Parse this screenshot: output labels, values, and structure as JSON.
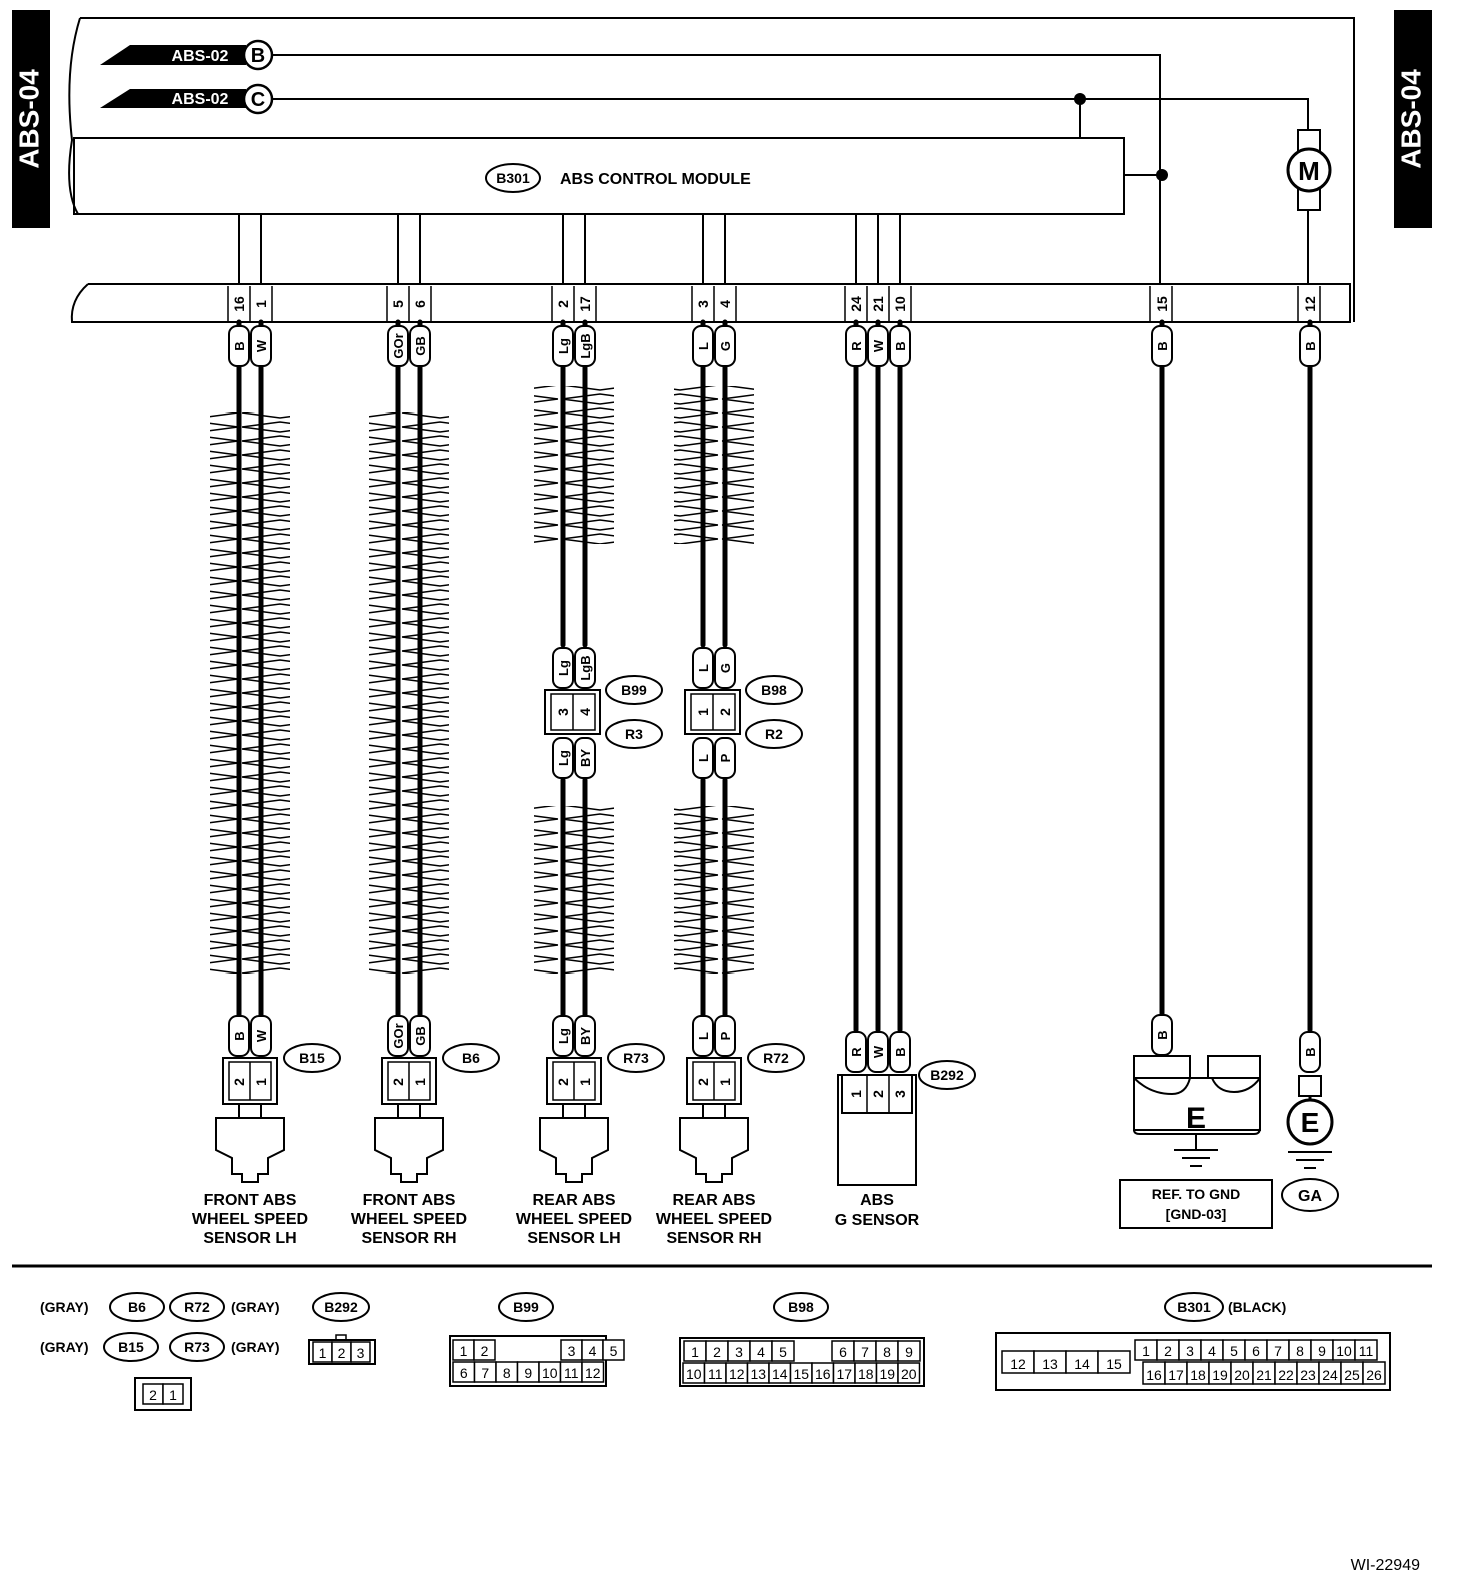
{
  "page": {
    "side_tab_left": "ABS-04",
    "side_tab_right": "ABS-04",
    "figure_id": "WI-22949"
  },
  "inputs": [
    {
      "connector": "ABS-02",
      "terminal": "B"
    },
    {
      "connector": "ABS-02",
      "terminal": "C"
    }
  ],
  "module": {
    "connector": "B301",
    "label": "ABS CONTROL MODULE"
  },
  "motor": {
    "symbol": "M"
  },
  "module_pins": [
    {
      "pin": "16",
      "color": "B"
    },
    {
      "pin": "1",
      "color": "W"
    },
    {
      "pin": "5",
      "color": "GOr"
    },
    {
      "pin": "6",
      "color": "GB"
    },
    {
      "pin": "2",
      "color": "Lg"
    },
    {
      "pin": "17",
      "color": "LgB"
    },
    {
      "pin": "3",
      "color": "L"
    },
    {
      "pin": "4",
      "color": "G"
    },
    {
      "pin": "24",
      "color": "R"
    },
    {
      "pin": "21",
      "color": "W"
    },
    {
      "pin": "10",
      "color": "B"
    },
    {
      "pin": "15",
      "color": "B"
    },
    {
      "pin": "12",
      "color": "B"
    }
  ],
  "mid_connectors": [
    {
      "upper": "B99",
      "lower": "R3",
      "pins": [
        "3",
        "4"
      ],
      "top_colors": [
        "Lg",
        "LgB"
      ],
      "bottom_colors": [
        "Lg",
        "BY"
      ]
    },
    {
      "upper": "B98",
      "lower": "R2",
      "pins": [
        "1",
        "2"
      ],
      "top_colors": [
        "L",
        "G"
      ],
      "bottom_colors": [
        "L",
        "P"
      ]
    }
  ],
  "sensors": [
    {
      "connector": "B15",
      "colors": [
        "B",
        "W"
      ],
      "pins": [
        "2",
        "1"
      ],
      "label": [
        "FRONT ABS",
        "WHEEL SPEED",
        "SENSOR LH"
      ]
    },
    {
      "connector": "B6",
      "colors": [
        "GOr",
        "GB"
      ],
      "pins": [
        "2",
        "1"
      ],
      "label": [
        "FRONT ABS",
        "WHEEL SPEED",
        "SENSOR RH"
      ]
    },
    {
      "connector": "R73",
      "colors": [
        "Lg",
        "BY"
      ],
      "pins": [
        "2",
        "1"
      ],
      "label": [
        "REAR ABS",
        "WHEEL SPEED",
        "SENSOR LH"
      ]
    },
    {
      "connector": "R72",
      "colors": [
        "L",
        "P"
      ],
      "pins": [
        "2",
        "1"
      ],
      "label": [
        "REAR ABS",
        "WHEEL SPEED",
        "SENSOR RH"
      ]
    }
  ],
  "g_sensor": {
    "connector": "B292",
    "colors": [
      "R",
      "W",
      "B"
    ],
    "pins": [
      "1",
      "2",
      "3"
    ],
    "label": [
      "ABS",
      "G SENSOR"
    ]
  },
  "ground_e": {
    "color": "B",
    "symbol": "E",
    "ref": [
      "REF. TO GND",
      "[GND-03]"
    ]
  },
  "ground_ga": {
    "color": "B",
    "symbol": "E",
    "label": "GA"
  },
  "legend": {
    "gray": "(GRAY)",
    "black": "(BLACK)",
    "items": {
      "b6": "B6",
      "r72": "R72",
      "b15": "B15",
      "r73": "R73",
      "b292": "B292",
      "b99": "B99",
      "b98": "B98",
      "b301": "B301"
    },
    "faces": {
      "two_pin": [
        "2",
        "1"
      ],
      "b292": [
        "1",
        "2",
        "3"
      ],
      "b99_top": [
        "1",
        "2",
        "3",
        "4",
        "5"
      ],
      "b99_bottom": [
        "6",
        "7",
        "8",
        "9",
        "10",
        "11",
        "12"
      ],
      "b98_top": [
        "1",
        "2",
        "3",
        "4",
        "5",
        "6",
        "7",
        "8",
        "9"
      ],
      "b98_bottom": [
        "10",
        "11",
        "12",
        "13",
        "14",
        "15",
        "16",
        "17",
        "18",
        "19",
        "20"
      ],
      "b301_left": [
        "12",
        "13",
        "14",
        "15"
      ],
      "b301_top": [
        "1",
        "2",
        "3",
        "4",
        "5",
        "6",
        "7",
        "8",
        "9",
        "10",
        "11"
      ],
      "b301_bottom": [
        "16",
        "17",
        "18",
        "19",
        "20",
        "21",
        "22",
        "23",
        "24",
        "25",
        "26"
      ]
    }
  }
}
